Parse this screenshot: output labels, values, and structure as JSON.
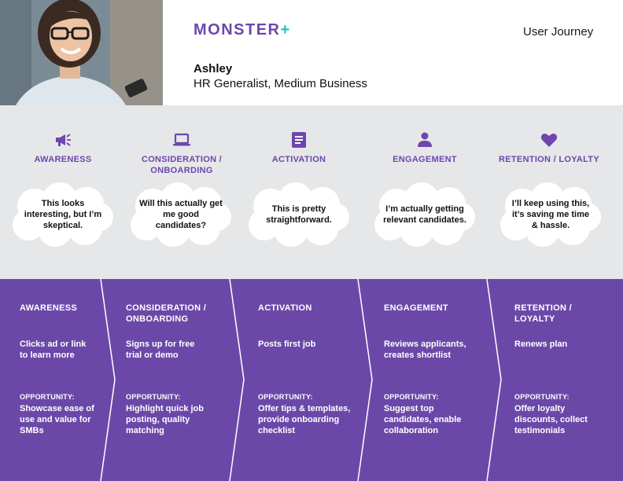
{
  "header": {
    "logo_main": "MONSTER",
    "logo_plus": "+",
    "document_label": "User Journey",
    "persona_name": "Ashley",
    "persona_role": "HR Generalist, Medium Business"
  },
  "colors": {
    "brand_purple": "#6e46ae",
    "band_purple": "#6b48a8",
    "teal_accent": "#20c5b5",
    "gray_band": "#e6e7e8"
  },
  "stages": [
    {
      "icon": "megaphone-icon",
      "title": "AWARENESS",
      "thought": "This looks interesting, but I’m skeptical."
    },
    {
      "icon": "laptop-icon",
      "title": "CONSIDERATION / ONBOARDING",
      "thought": "Will this actually get me good candidates?"
    },
    {
      "icon": "document-icon",
      "title": "ACTIVATION",
      "thought": "This is pretty straightforward."
    },
    {
      "icon": "person-icon",
      "title": "ENGAGEMENT",
      "thought": "I’m actually getting relevant candidates."
    },
    {
      "icon": "heart-icon",
      "title": "RETENTION / LOYALTY",
      "thought": "I’ll keep using this, it’s saving me time & hassle."
    }
  ],
  "columns": [
    {
      "title": "AWARENESS",
      "action": "Clicks ad or link to learn more",
      "opportunity_label": "OPPORTUNITY:",
      "opportunity": "Showcase ease of use and value for SMBs"
    },
    {
      "title": "CONSIDERATION / ONBOARDING",
      "action": "Signs up for free trial or demo",
      "opportunity_label": "OPPORTUNITY:",
      "opportunity": "Highlight quick job posting, quality matching"
    },
    {
      "title": "ACTIVATION",
      "action": "Posts first job",
      "opportunity_label": "OPPORTUNITY:",
      "opportunity": "Offer tips & templates, provide onboarding checklist"
    },
    {
      "title": "ENGAGEMENT",
      "action": "Reviews applicants, creates shortlist",
      "opportunity_label": "OPPORTUNITY:",
      "opportunity": "Suggest top candidates, enable collaboration"
    },
    {
      "title": "RETENTION / LOYALTY",
      "action": "Renews plan",
      "opportunity_label": "OPPORTUNITY:",
      "opportunity": "Offer loyalty discounts, collect testimonials"
    }
  ]
}
